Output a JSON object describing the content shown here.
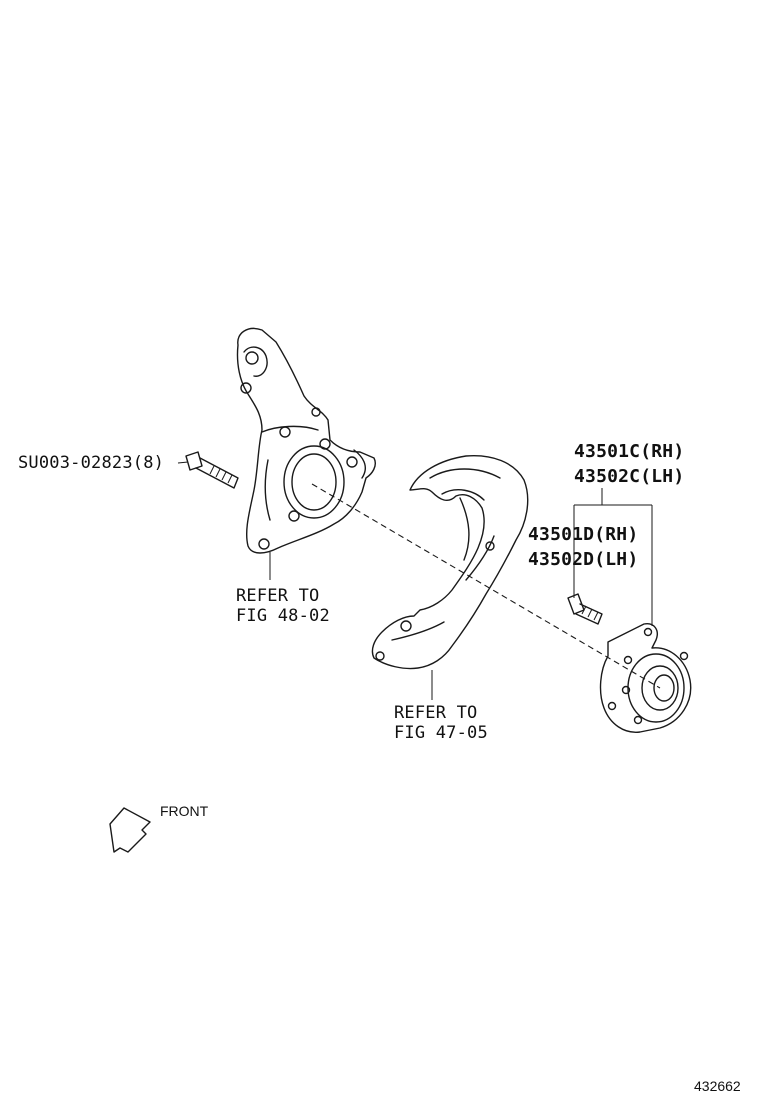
{
  "labels": {
    "bolt_part": "SU003-02823(8)",
    "knuckle_ref_line1": "REFER TO",
    "knuckle_ref_line2": "FIG 48-02",
    "shield_ref_line1": "REFER TO",
    "shield_ref_line2": "FIG 47-05",
    "hub_rh": "43501C(RH)",
    "hub_lh": "43502C(LH)",
    "bolt_rh": "43501D(RH)",
    "bolt_lh": "43502D(LH)",
    "front": "FRONT",
    "figure_number": "432662"
  },
  "icons": {
    "front_arrow": "front-direction-arrow-icon"
  }
}
